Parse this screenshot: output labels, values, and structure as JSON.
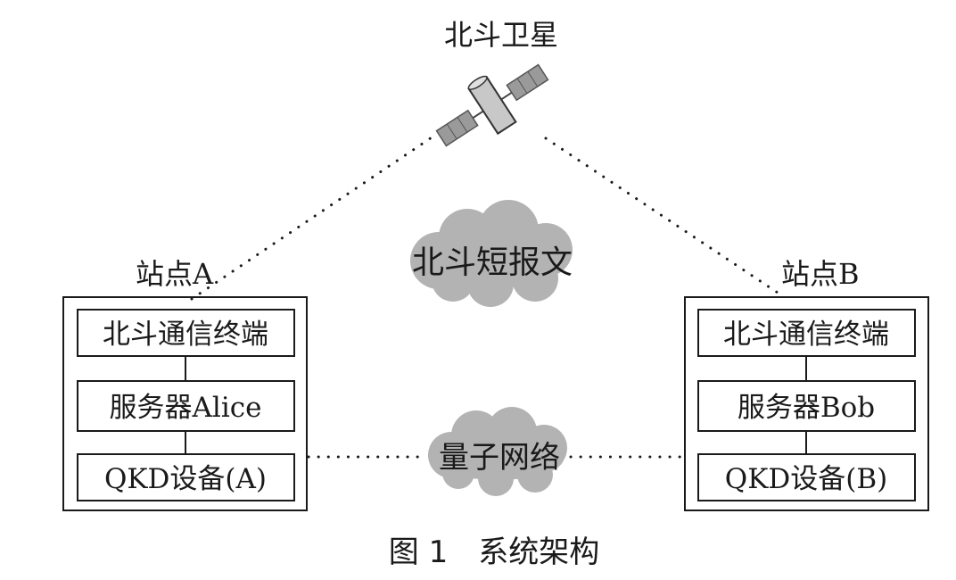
{
  "satellite": {
    "label": "北斗卫星",
    "icon": "satellite-icon"
  },
  "clouds": {
    "sms": {
      "label": "北斗短报文",
      "icon": "cloud-icon"
    },
    "quantum": {
      "label": "量子网络",
      "icon": "cloud-icon"
    }
  },
  "stations": {
    "a": {
      "label": "站点A",
      "terminal": "北斗通信终端",
      "server": "服务器Alice",
      "qkd": "QKD设备(A)"
    },
    "b": {
      "label": "站点B",
      "terminal": "北斗通信终端",
      "server": "服务器Bob",
      "qkd": "QKD设备(B)"
    }
  },
  "caption": "图 1　系统架构",
  "colors": {
    "cloud": "#b3b3b3",
    "line": "#1a1a1a",
    "satellite_body": "#c8c8c8"
  }
}
